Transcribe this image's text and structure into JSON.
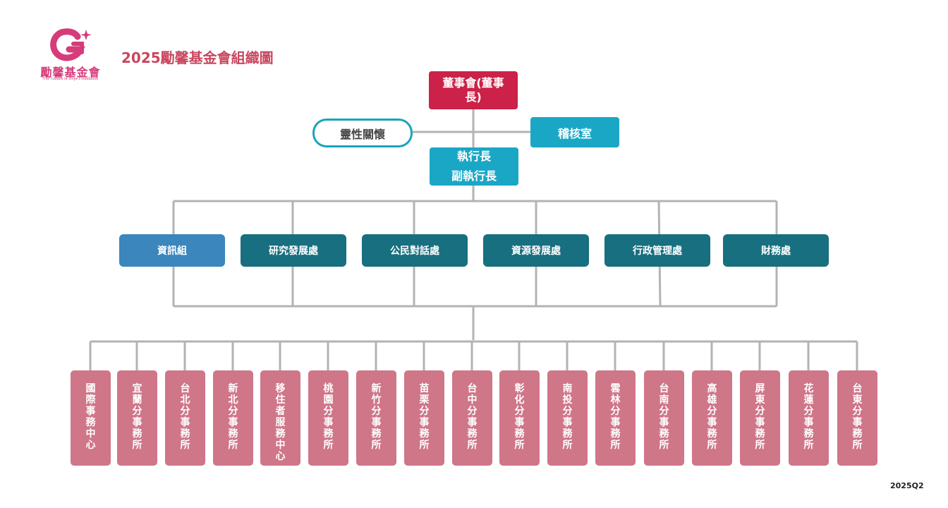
{
  "logo": {
    "name": "勵馨基金會",
    "subtitle": "The Garden of Hope Foundation",
    "icon": "heart-g-star-logo",
    "color": "#d63b7a"
  },
  "title": "2025勵馨基金會組織圖",
  "board": {
    "label": "董事會(董事長)"
  },
  "spiritual_care": {
    "label": "靈性關懷"
  },
  "audit": {
    "label": "稽核室"
  },
  "ceo": {
    "line1": "執行長",
    "line2": "副執行長"
  },
  "departments": [
    {
      "label": "資訊組"
    },
    {
      "label": "研究發展處"
    },
    {
      "label": "公民對話處"
    },
    {
      "label": "資源發展處"
    },
    {
      "label": "行政管理處"
    },
    {
      "label": "財務處"
    }
  ],
  "offices": [
    {
      "label": "國際事務中心"
    },
    {
      "label": "宜蘭分事務所"
    },
    {
      "label": "台北分事務所"
    },
    {
      "label": "新北分事務所"
    },
    {
      "label": "移住者服務中心"
    },
    {
      "label": "桃園分事務所"
    },
    {
      "label": "新竹分事務所"
    },
    {
      "label": "苗栗分事務所"
    },
    {
      "label": "台中分事務所"
    },
    {
      "label": "彰化分事務所"
    },
    {
      "label": "南投分事務所"
    },
    {
      "label": "雲林分事務所"
    },
    {
      "label": "台南分事務所"
    },
    {
      "label": "高雄分事務所"
    },
    {
      "label": "屏東分事務所"
    },
    {
      "label": "花蓮分事務所"
    },
    {
      "label": "台東分事務所"
    }
  ],
  "footer": "2025Q2",
  "colors": {
    "board": "#cc2148",
    "teal": "#1aa7c6",
    "dept": "#176f80",
    "info": "#3a86bd",
    "office": "#cf7688",
    "title": "#c8475f",
    "connector": "#b3b3b3"
  }
}
